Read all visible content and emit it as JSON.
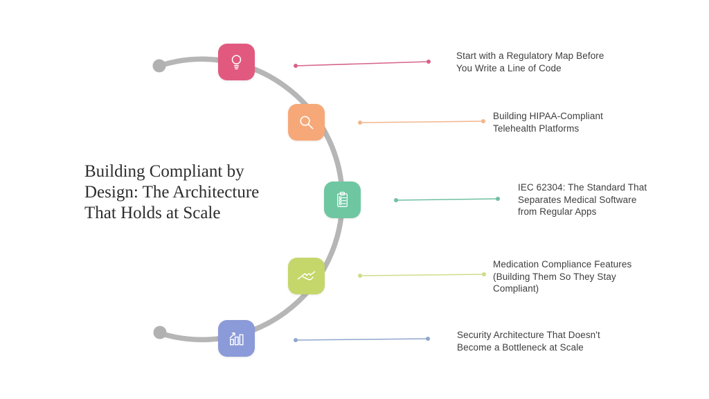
{
  "page": {
    "background": "#ffffff"
  },
  "title": {
    "text": "Building Compliant by Design: The Architecture That Holds at Scale",
    "lines": [
      "Building Compliant by",
      "Design: The Architecture",
      "That Holds at Scale"
    ]
  },
  "timeline": {
    "arc_color": "#b6b6b6",
    "arc_dot_color": "#b1b1b1",
    "items": [
      {
        "label": "Start with a Regulatory Map Before You Write a Line of Code",
        "icon": "lightbulb-icon",
        "icon_color": "#E2597F",
        "line_color": "#D5628B"
      },
      {
        "label": "Building HIPAA-Compliant Telehealth Platforms",
        "icon": "magnifier-icon",
        "icon_color": "#F6A878",
        "line_color": "#F2B58D"
      },
      {
        "label": "IEC 62304: The Standard That Separates Medical Software from Regular Apps",
        "icon": "checklist-icon",
        "icon_color": "#6FC7A2",
        "line_color": "#6FC0A0"
      },
      {
        "label": "Medication Compliance Features (Building Them So They Stay Compliant)",
        "icon": "handshake-icon",
        "icon_color": "#C5D76B",
        "line_color": "#CFDC8A"
      },
      {
        "label": "Security Architecture That Doesn't Become a Bottleneck at Scale",
        "icon": "bar-chart-icon",
        "icon_color": "#8B9AD8",
        "line_color": "#8FA6CE"
      }
    ]
  }
}
